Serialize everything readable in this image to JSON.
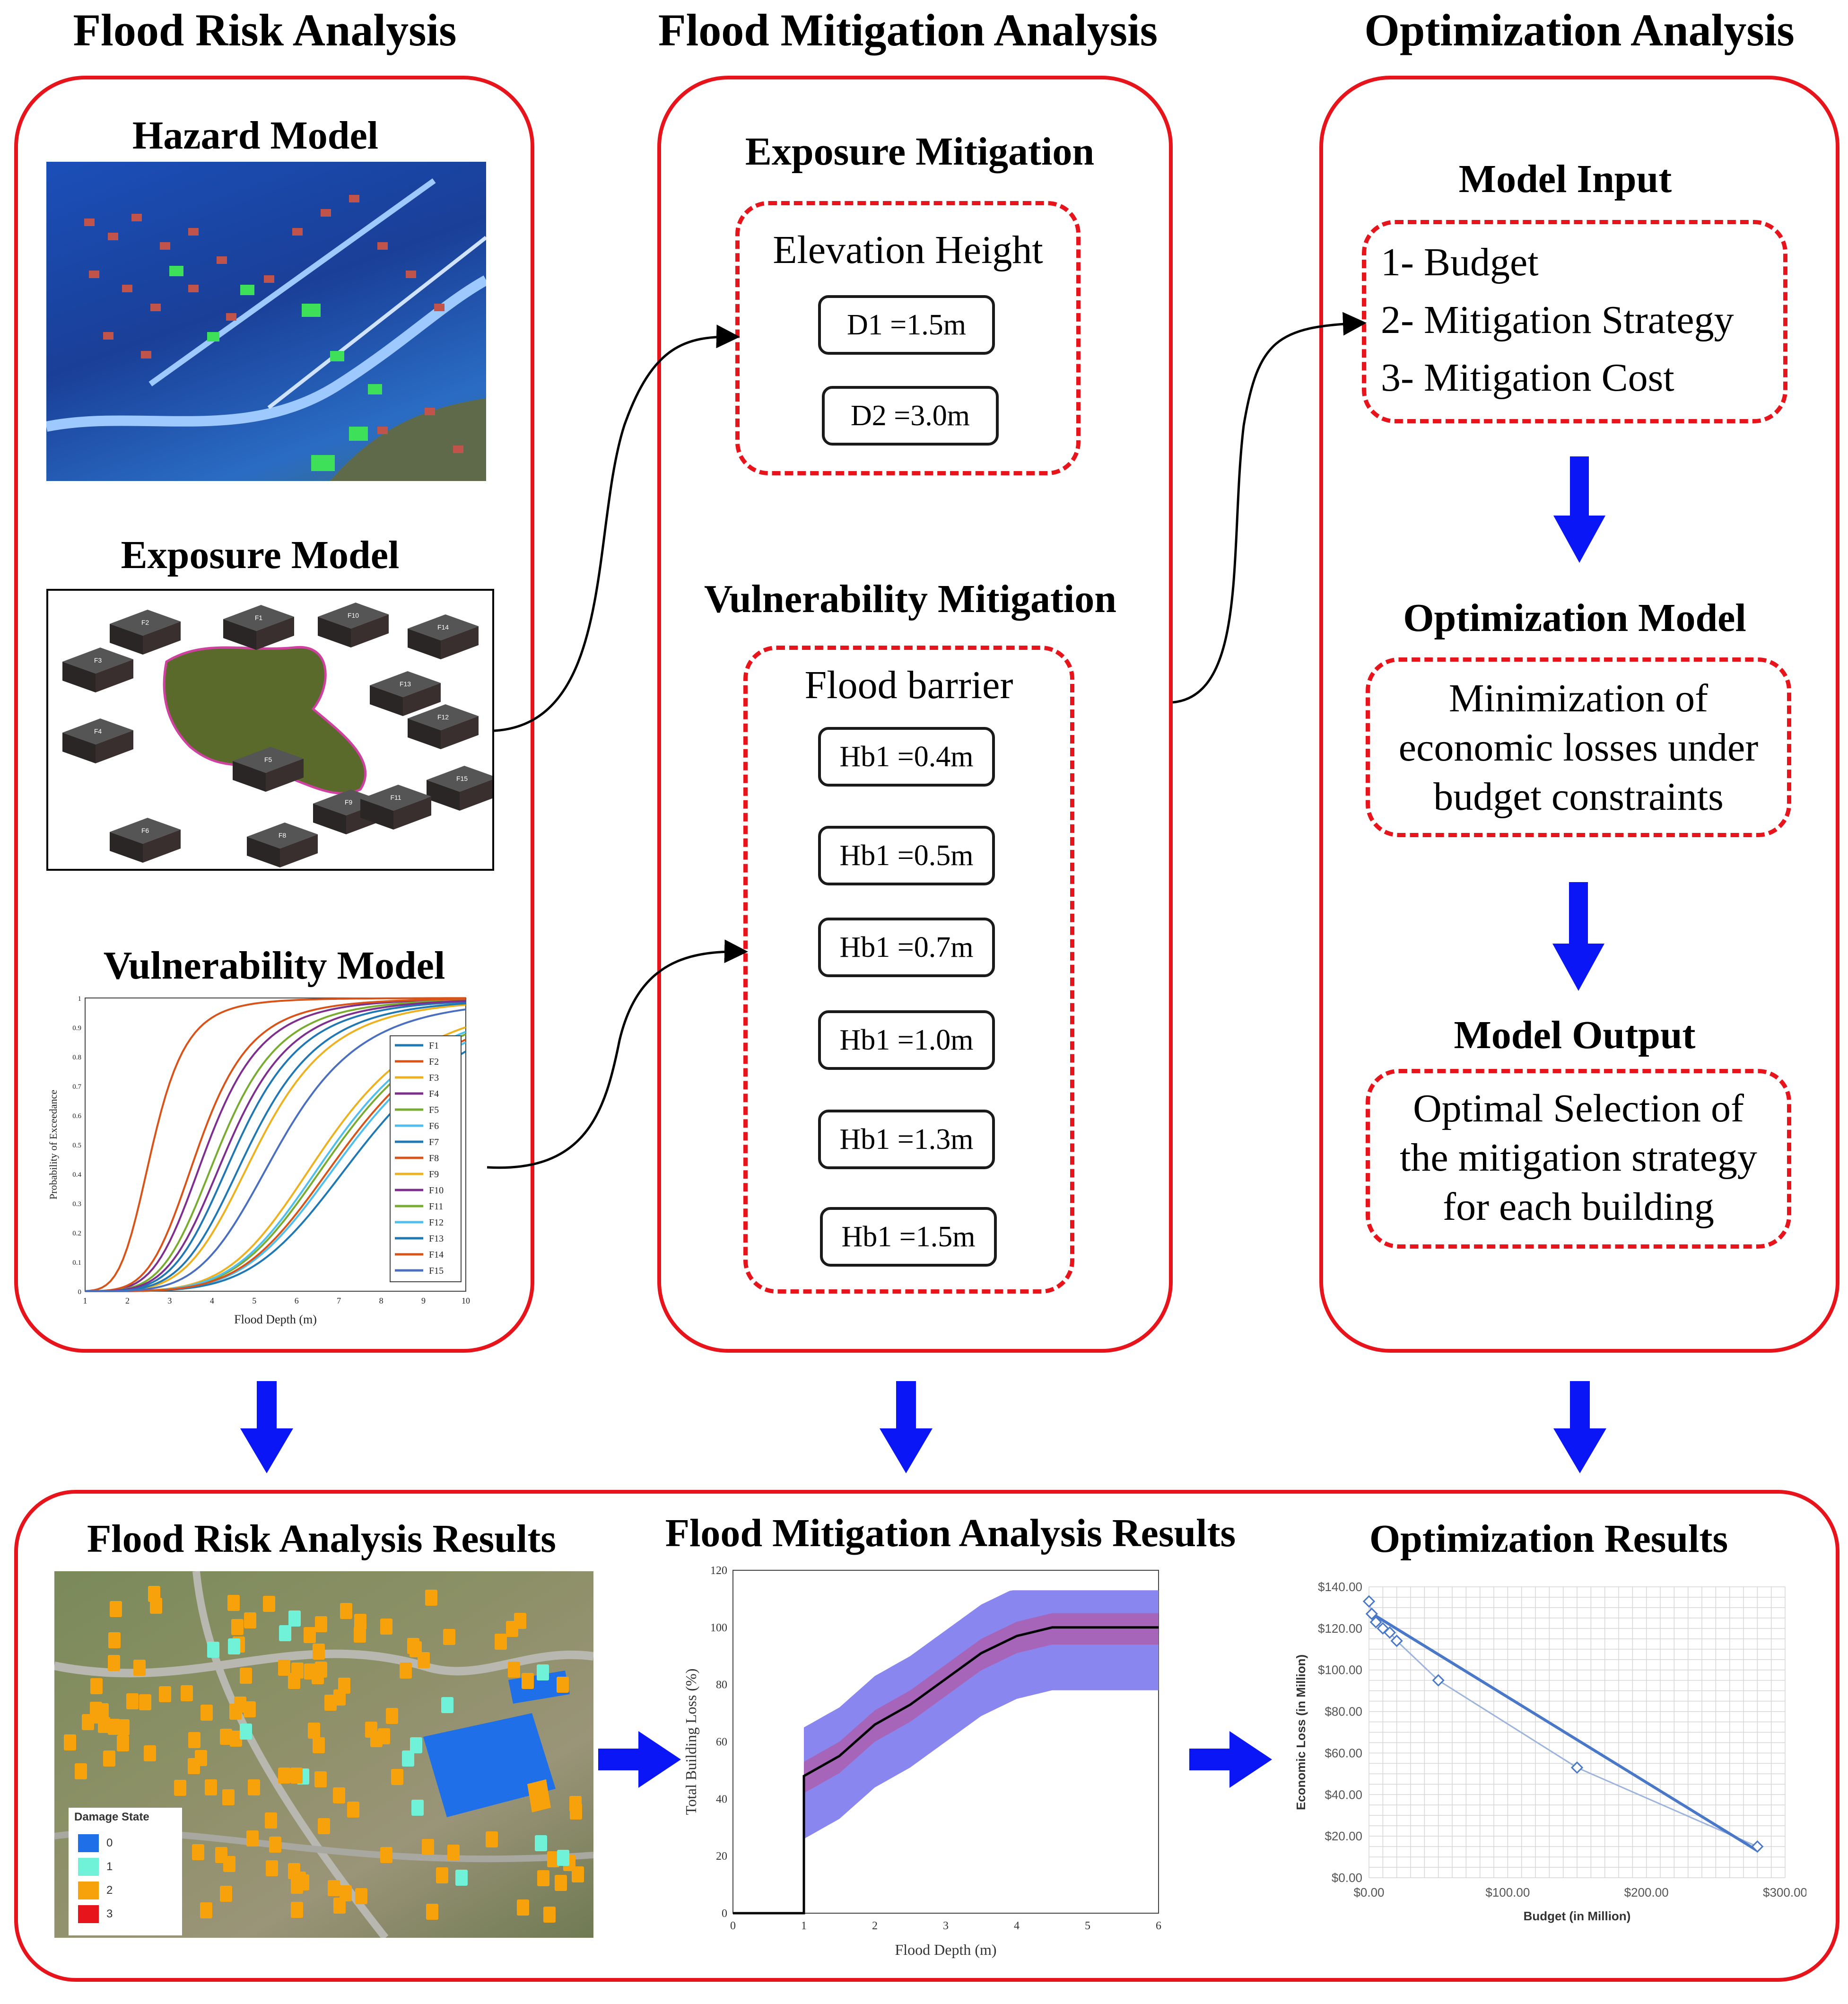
{
  "columns": {
    "risk": "Flood Risk Analysis",
    "mitigation": "Flood Mitigation Analysis",
    "optimization": "Optimization Analysis"
  },
  "risk_panel": {
    "hazard_title": "Hazard Model",
    "exposure_title": "Exposure Model",
    "vulnerability_title": "Vulnerability Model",
    "exposure_building_labels": [
      "F2",
      "F1",
      "F10",
      "F14",
      "F3",
      "F13",
      "F4",
      "F12",
      "F5",
      "F9",
      "F15",
      "F11",
      "F6",
      "F8"
    ],
    "vulnerability_chart": {
      "type": "line",
      "xlabel": "Flood Depth (m)",
      "ylabel": "Probability of Exceedance",
      "x_ticks": [
        "1",
        "2",
        "3",
        "4",
        "5",
        "6",
        "7",
        "8",
        "9",
        "10"
      ],
      "y_ticks": [
        "0",
        "0.1",
        "0.2",
        "0.3",
        "0.4",
        "0.5",
        "0.6",
        "0.7",
        "0.8",
        "0.9",
        "1"
      ],
      "xlim": [
        1,
        10
      ],
      "ylim": [
        0,
        1
      ],
      "legend": [
        "F1",
        "F2",
        "F3",
        "F4",
        "F5",
        "F6",
        "F7",
        "F8",
        "F9",
        "F10",
        "F11",
        "F12",
        "F13",
        "F14",
        "F15"
      ],
      "colors": [
        "#1f77b4",
        "#d95319",
        "#edb120",
        "#7e2f8e",
        "#77ac30",
        "#4dbeee",
        "#1f77b4",
        "#d95319",
        "#edb120",
        "#7e2f8e",
        "#77ac30",
        "#4dbeee",
        "#1f77b4",
        "#d95319",
        "#4a6fc1"
      ],
      "medians": [
        4.6,
        2.6,
        6.7,
        3.9,
        4.2,
        7.3,
        7.6,
        3.7,
        5.1,
        4.4,
        7.0,
        6.9,
        4.9,
        7.2,
        5.6
      ]
    }
  },
  "mitigation_panel": {
    "exposure_title": "Exposure Mitigation",
    "elevation_title": "Elevation Height",
    "elevation_options": [
      "D1 =1.5m",
      "D2 =3.0m"
    ],
    "vulnerability_title": "Vulnerability Mitigation",
    "barrier_title": "Flood barrier",
    "barrier_options": [
      "Hb1 =0.4m",
      "Hb1 =0.5m",
      "Hb1 =0.7m",
      "Hb1 =1.0m",
      "Hb1 =1.3m",
      "Hb1 =1.5m"
    ]
  },
  "optimization_panel": {
    "input_title": "Model Input",
    "input_items": [
      "1- Budget",
      "2- Mitigation Strategy",
      "3- Mitigation Cost"
    ],
    "model_title": "Optimization Model",
    "model_text": [
      "Minimization of",
      "economic losses under",
      "budget constraints"
    ],
    "output_title": "Model Output",
    "output_text": [
      "Optimal Selection of",
      "the mitigation strategy",
      "for each building"
    ]
  },
  "results": {
    "risk_title": "Flood Risk Analysis Results",
    "mitigation_title": "Flood Mitigation Analysis Results",
    "optimization_title": "Optimization Results",
    "map_legend": {
      "title": "Damage State",
      "items": [
        {
          "label": "0",
          "color": "#1f6fe8"
        },
        {
          "label": "1",
          "color": "#6ff2d8"
        },
        {
          "label": "2",
          "color": "#f7a20a"
        },
        {
          "label": "3",
          "color": "#e8141c"
        }
      ]
    },
    "loss_chart": {
      "type": "area",
      "xlabel": "Flood Depth (m)",
      "ylabel": "Total Building Loss (%)",
      "x_ticks": [
        "0",
        "1",
        "2",
        "3",
        "4",
        "5",
        "6"
      ],
      "y_ticks": [
        "0",
        "20",
        "40",
        "60",
        "80",
        "100",
        "120"
      ],
      "xlim": [
        0,
        6
      ],
      "ylim": [
        0,
        120
      ],
      "mean": {
        "x": [
          0,
          1,
          1,
          1.5,
          2,
          2.5,
          3,
          3.5,
          4,
          4.5,
          5,
          5.5,
          6
        ],
        "y": [
          0,
          0,
          48,
          55,
          66,
          73,
          82,
          91,
          97,
          100,
          100,
          100,
          100
        ]
      }
    },
    "budget_chart": {
      "type": "scatter",
      "xlabel": "Budget (in Million)",
      "ylabel": "Economic Loss (in Million)",
      "x_ticks": [
        "$0.00",
        "$100.00",
        "$200.00",
        "$300.00"
      ],
      "y_ticks": [
        "$0.00",
        "$20.00",
        "$40.00",
        "$60.00",
        "$80.00",
        "$100.00",
        "$120.00",
        "$140.00"
      ],
      "xlim": [
        0,
        300
      ],
      "ylim": [
        0,
        140
      ],
      "points": {
        "x": [
          0,
          2,
          5,
          10,
          15,
          20,
          50,
          150,
          280
        ],
        "y": [
          133,
          127,
          123,
          120,
          118,
          114,
          95,
          53,
          15
        ]
      },
      "trend": {
        "x": [
          0,
          280
        ],
        "y": [
          128,
          13
        ]
      }
    }
  },
  "colors": {
    "panel_border": "#e8141c",
    "arrow": "#0a16f5"
  }
}
